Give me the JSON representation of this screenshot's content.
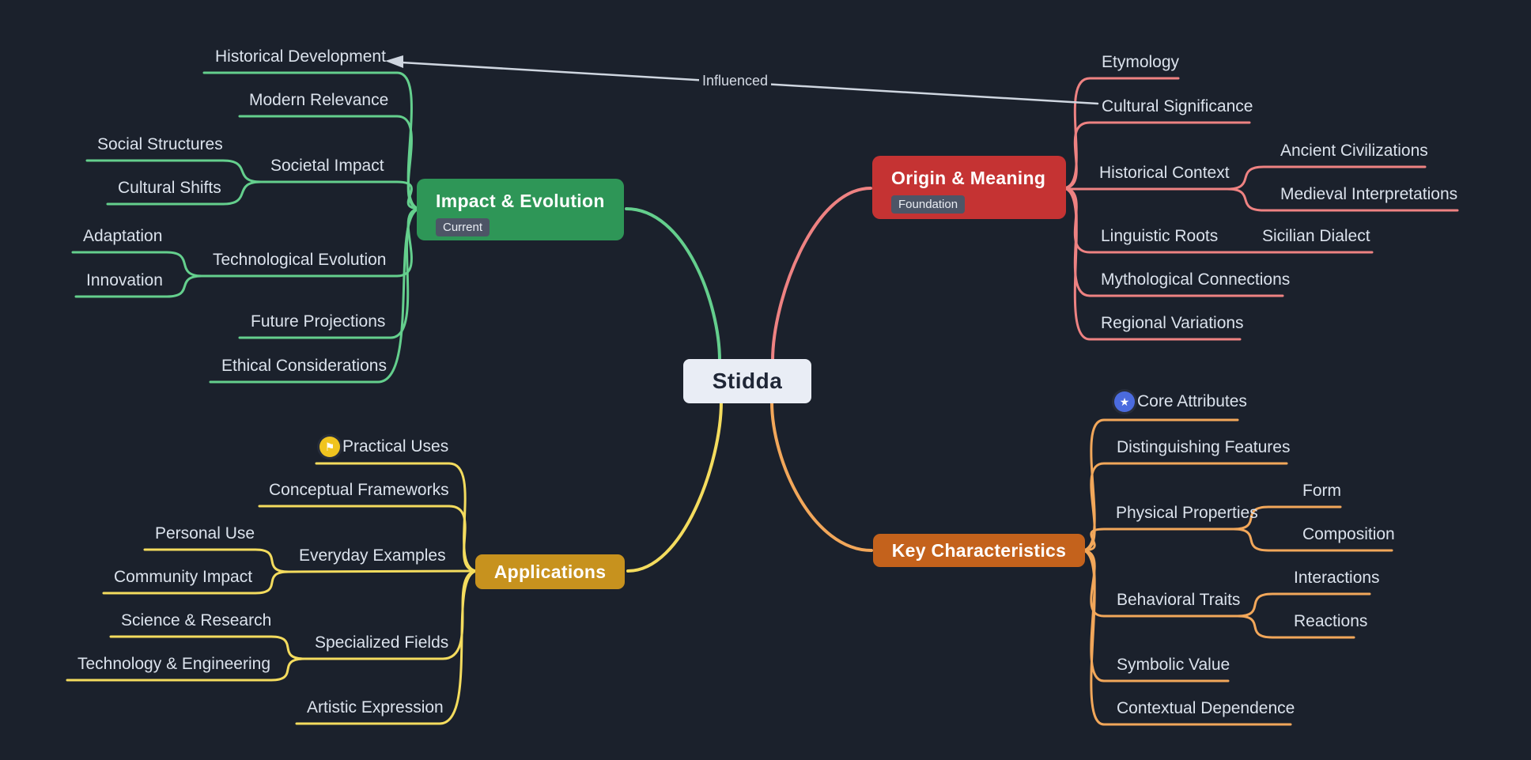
{
  "app": {
    "type": "mindmap",
    "background": "#1b212c"
  },
  "root": {
    "label": "Stidda",
    "bg_color": "#e9edf5",
    "text_color": "#1f2636"
  },
  "cross_link": {
    "label": "Influenced",
    "from": "Cultural Significance",
    "to": "Historical Development",
    "color": "#cfd6e0"
  },
  "branches": [
    {
      "label": "Origin & Meaning",
      "badge": "Foundation",
      "node_color": "#c53333",
      "line_color": "#ee8282",
      "children": [
        {
          "label": "Etymology"
        },
        {
          "label": "Cultural Significance"
        },
        {
          "label": "Historical Context",
          "children": [
            {
              "label": "Ancient Civilizations"
            },
            {
              "label": "Medieval Interpretations"
            }
          ]
        },
        {
          "label": "Linguistic Roots",
          "children": [
            {
              "label": "Sicilian Dialect"
            }
          ]
        },
        {
          "label": "Mythological Connections"
        },
        {
          "label": "Regional Variations"
        }
      ]
    },
    {
      "label": "Key Characteristics",
      "node_color": "#c4621c",
      "line_color": "#f2a75a",
      "children": [
        {
          "label": "Core Attributes",
          "icon": "star"
        },
        {
          "label": "Distinguishing Features"
        },
        {
          "label": "Physical Properties",
          "children": [
            {
              "label": "Form"
            },
            {
              "label": "Composition"
            }
          ]
        },
        {
          "label": "Behavioral Traits",
          "children": [
            {
              "label": "Interactions"
            },
            {
              "label": "Reactions"
            }
          ]
        },
        {
          "label": "Symbolic Value"
        },
        {
          "label": "Contextual Dependence"
        }
      ]
    },
    {
      "label": "Impact & Evolution",
      "badge": "Current",
      "node_color": "#2e9657",
      "line_color": "#64cf8d",
      "children": [
        {
          "label": "Historical Development"
        },
        {
          "label": "Modern Relevance"
        },
        {
          "label": "Societal Impact",
          "children": [
            {
              "label": "Social Structures"
            },
            {
              "label": "Cultural Shifts"
            }
          ]
        },
        {
          "label": "Technological Evolution",
          "children": [
            {
              "label": "Adaptation"
            },
            {
              "label": "Innovation"
            }
          ]
        },
        {
          "label": "Future Projections"
        },
        {
          "label": "Ethical Considerations"
        }
      ]
    },
    {
      "label": "Applications",
      "node_color": "#c7921e",
      "line_color": "#f4dc5e",
      "children": [
        {
          "label": "Practical Uses",
          "icon": "flag"
        },
        {
          "label": "Conceptual Frameworks"
        },
        {
          "label": "Everyday Examples",
          "children": [
            {
              "label": "Personal Use"
            },
            {
              "label": "Community Impact"
            }
          ]
        },
        {
          "label": "Specialized Fields",
          "children": [
            {
              "label": "Science & Research"
            },
            {
              "label": "Technology & Engineering"
            }
          ]
        },
        {
          "label": "Artistic Expression"
        }
      ]
    }
  ],
  "icons": {
    "star": "★",
    "flag": "⚑"
  }
}
